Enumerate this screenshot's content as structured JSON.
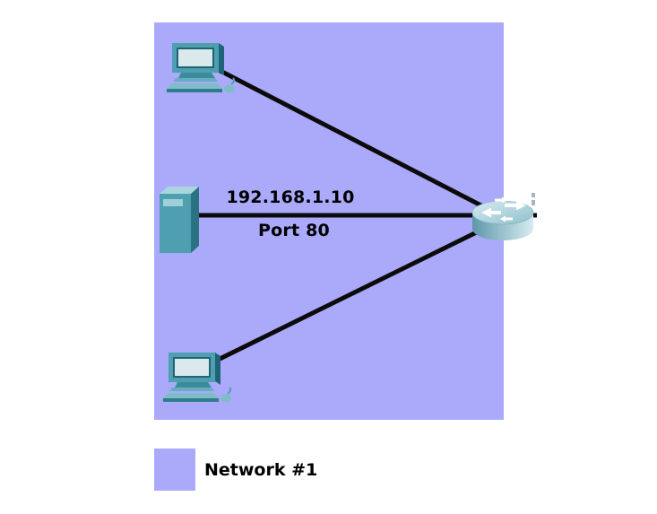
{
  "diagram": {
    "type": "network-topology",
    "zone": {
      "label": "Network #1",
      "fill": "#ABA9FA"
    },
    "devices": [
      {
        "id": "pc-top",
        "kind": "pc"
      },
      {
        "id": "server",
        "kind": "server",
        "ip": "192.168.1.10",
        "port": "Port 80"
      },
      {
        "id": "pc-bottom",
        "kind": "pc"
      },
      {
        "id": "router",
        "kind": "router"
      }
    ],
    "links": [
      {
        "from": "pc-top",
        "to": "router"
      },
      {
        "from": "server",
        "to": "router",
        "label_top": "192.168.1.10",
        "label_bottom": "Port 80"
      },
      {
        "from": "pc-bottom",
        "to": "router"
      }
    ]
  },
  "labels": {
    "server_ip": "192.168.1.10",
    "server_port": "Port 80"
  },
  "legend": {
    "swatch_color": "#ABA9FA",
    "label": "Network #1"
  },
  "colors": {
    "background": "#FFFFFF",
    "zone_fill": "#ABA9FA",
    "link": "#0B0B0B",
    "device_primary": "#4E9FB0",
    "device_dark": "#226879",
    "device_light": "#A9D5DF",
    "screen": "#DBE9ED",
    "text": "#000000"
  }
}
